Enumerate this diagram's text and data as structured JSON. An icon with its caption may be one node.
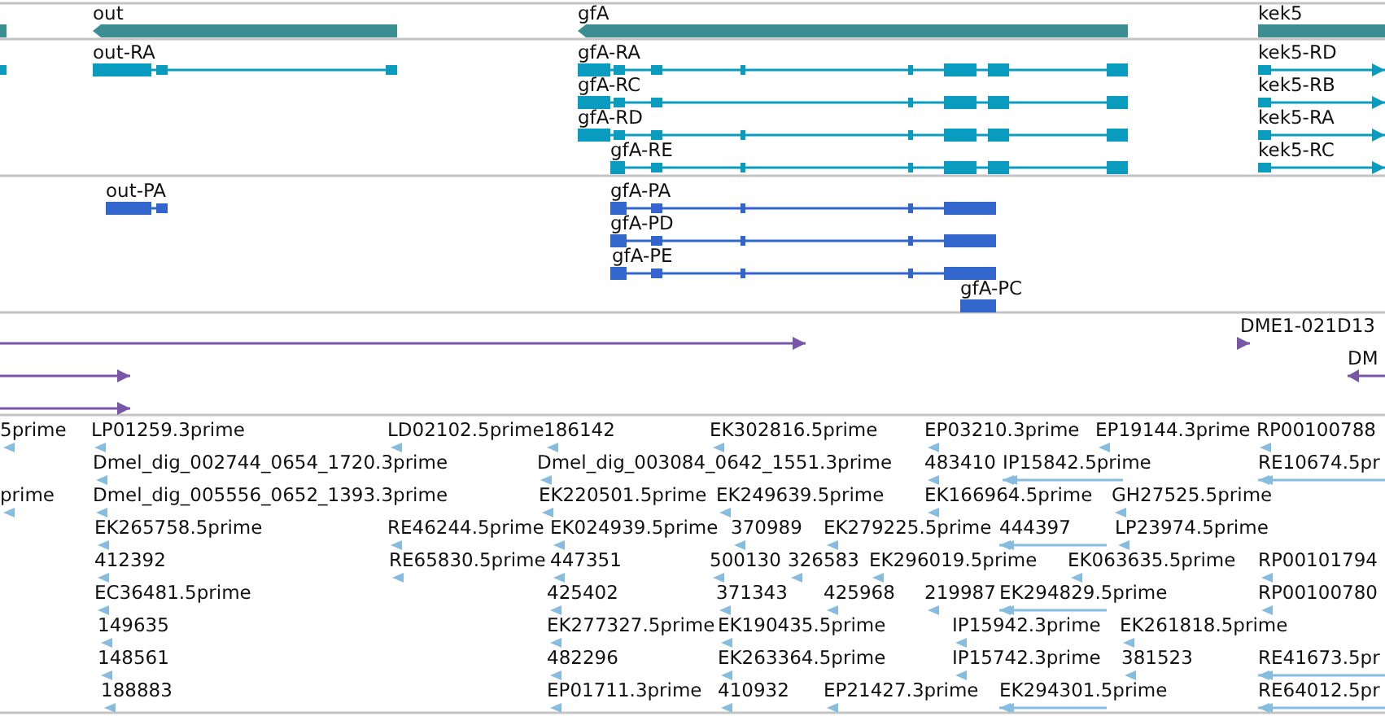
{
  "diagram": {
    "labels": [
      "out",
      "gfA",
      "kek5",
      "out-RA",
      "gfA-RA",
      "kek5-RD",
      "gfA-RC",
      "kek5-RB",
      "gfA-RD",
      "kek5-RA",
      "gfA-RE",
      "kek5-RC",
      "out-PA",
      "gfA-PA",
      "gfA-PD",
      "gfA-PE",
      "gfA-PC",
      "DME1-021D13",
      "DM",
      "5prime",
      "LP01259.3prime",
      "LD02102.5prime",
      "186142",
      "EK302816.5prime",
      "EP03210.3prime",
      "EP19144.3prime",
      "RP00100788",
      "Dmel_dig_002744_0654_1720.3prime",
      "Dmel_dig_003084_0642_1551.3prime",
      "483410",
      "IP15842.5prime",
      "RE10674.5pr",
      "prime",
      "Dmel_dig_005556_0652_1393.3prime",
      "EK220501.5prime",
      "EK249639.5prime",
      "EK166964.5prime",
      "GH27525.5prime",
      "EK265758.5prime",
      "RE46244.5prime",
      "EK024939.5prime",
      "370989",
      "EK279225.5prime",
      "444397",
      "LP23974.5prime",
      "412392",
      "RE65830.5prime",
      "447351",
      "500130",
      "326583",
      "EK296019.5prime",
      "EK063635.5prime",
      "RP00101794",
      "EC36481.5prime",
      "425402",
      "371343",
      "425968",
      "219987",
      "EK294829.5prime",
      "RP00100780",
      "149635",
      "EK277327.5prime",
      "EK190435.5prime",
      "IP15942.3prime",
      "EK261818.5prime",
      "148561",
      "482296",
      "EK263364.5prime",
      "IP15742.3prime",
      "381523",
      "RE41673.5pr",
      "188883",
      "EP01711.3prime",
      "410932",
      "EP21427.3prime",
      "EK294301.5prime",
      "RE64012.5pr"
    ]
  }
}
